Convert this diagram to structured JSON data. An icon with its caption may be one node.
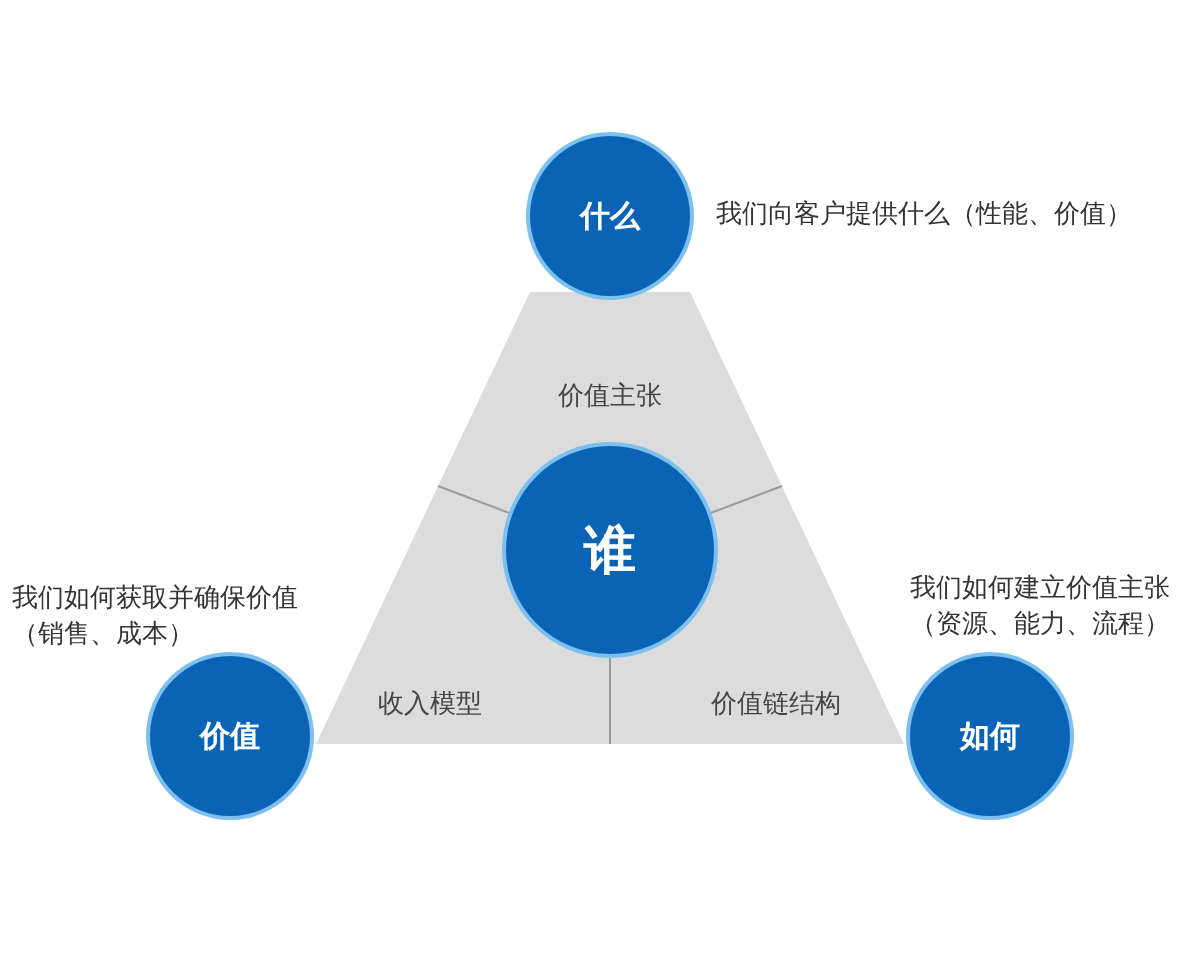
{
  "diagram": {
    "nodes": [
      {
        "text": [
          "价值主张",
          "收入模型",
          "价值链结构"
        ]
      },
      {
        "text": [
          "什么"
        ],
        "beside": [
          "我们向客户提供什么（性能、价值）"
        ]
      },
      {
        "text": [
          "谁"
        ],
        "in": 0
      },
      {
        "text": [
          "价值"
        ],
        "beside": [
          "我们如何获取并确保价值（销售、成本）"
        ]
      },
      {
        "text": [
          "如何"
        ],
        "beside": [
          "我们如何建立价值主张（资源、能力、流程）"
        ]
      }
    ]
  }
}
